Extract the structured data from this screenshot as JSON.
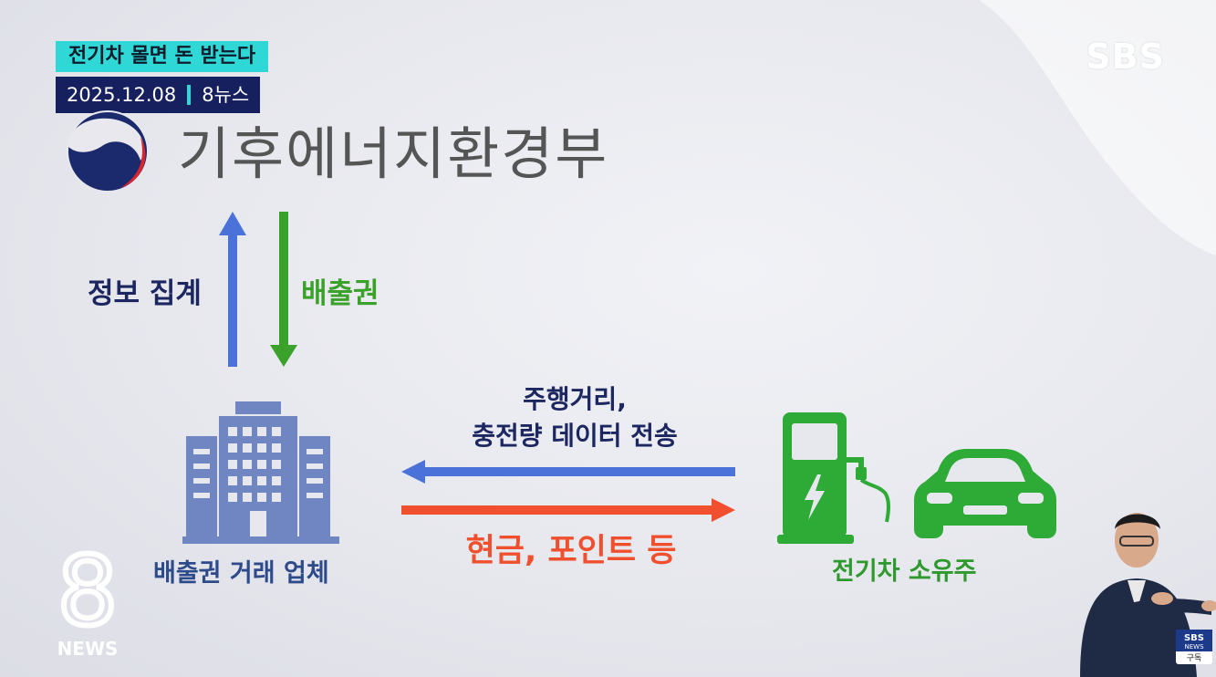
{
  "headline": "전기차 몰면 돈 받는다",
  "date": "2025.12.08",
  "program": "8뉴스",
  "broadcaster": "SBS",
  "ministry": "기후에너지환경부",
  "labels": {
    "info_aggregation": "정보 집계",
    "emission_credits": "배출권",
    "data_line1": "주행거리,",
    "data_line2": "충전량 데이터 전송",
    "payment": "현금, 포인트 등",
    "company": "배출권 거래 업체",
    "ev_owner": "전기차 소유주"
  },
  "news_logo": {
    "number": "8",
    "word": "NEWS"
  },
  "subscribe_badge": {
    "brand": "SBS",
    "sub": "NEWS",
    "action": "구독"
  },
  "colors": {
    "blue_arrow": "#4a72d9",
    "green_arrow": "#3aa22a",
    "red_arrow": "#f0502e",
    "navy_text": "#1c2660",
    "building": "#6f86c2",
    "ev_green": "#2eaa37"
  }
}
